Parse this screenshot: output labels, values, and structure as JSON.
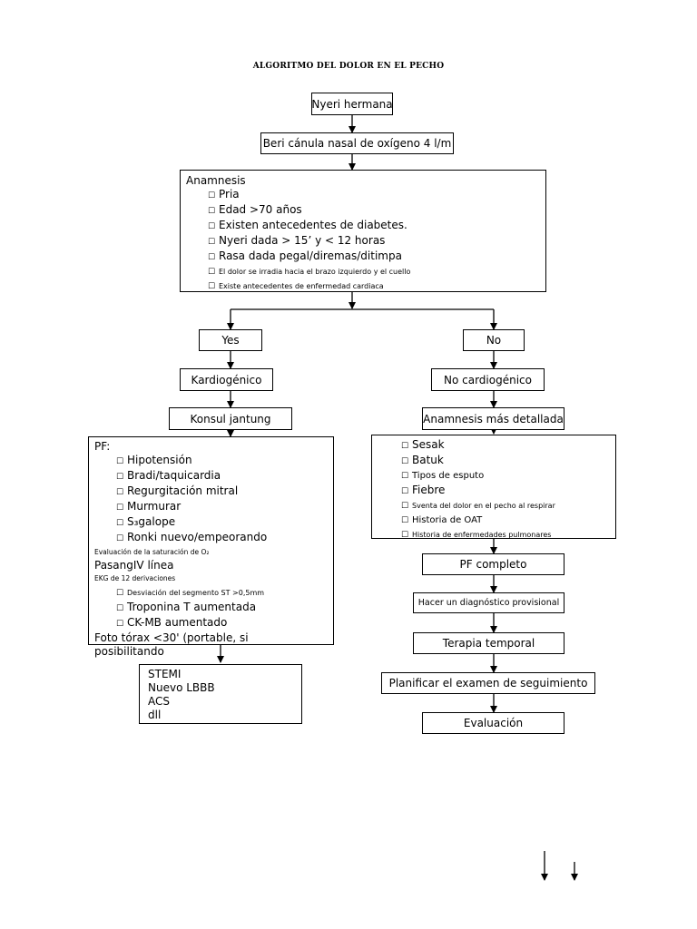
{
  "title": "ALGORITMO DEL DOLOR EN EL PECHO",
  "checkbox_glyph": "☐",
  "nodes": {
    "start": "Nyeri hermana",
    "oxygen": "Beri cánula nasal de oxígeno 4 l/m",
    "anamnesis": {
      "heading": "Anamnesis",
      "items": [
        "Pria",
        "Edad >70 años",
        "Existen antecedentes de diabetes.",
        "Nyeri dada > 15’ y < 12 horas",
        "Rasa dada pegal/diremas/ditimpa",
        "El dolor se irradia hacia el brazo izquierdo y el cuello",
        "Existe antecedentes de enfermedad cardiaca"
      ]
    },
    "yes": "Yes",
    "no": "No",
    "cardiogenic": "Kardiogénico",
    "non_cardiogenic": "No cardiogénico",
    "consult_heart": "Konsul jantung",
    "detailed_anamnesis": "Anamnesis más detallada",
    "pf_left": {
      "heading": "PF:",
      "items": [
        "Hipotensión",
        "Bradi/taquicardia",
        "Regurgitación mitral",
        "Murmurar",
        "S₃galope",
        "Ronki nuevo/empeorando"
      ],
      "saturation": "Evaluación de la saturación de O₂",
      "iv_line": "PasangIV línea",
      "ekg": "EKG de 12 derivaciones",
      "ekg_items": [
        "Desviación del segmento ST >0,5mm",
        "Troponina T aumentada",
        "CK-MB aumentado"
      ],
      "xray": "Foto tórax <30' (portable, si posibilitando"
    },
    "outcomes": [
      "STEMI",
      "Nuevo LBBB",
      "ACS",
      "dll"
    ],
    "right_list": [
      "Sesak",
      "Batuk",
      "Tipos de esputo",
      "Fiebre",
      "Sventa del dolor en el pecho al respirar",
      "Historia de OAT",
      "Historia de enfermedades pulmonares"
    ],
    "pf_complete": "PF completo",
    "provisional_dx": "Hacer un diagnóstico provisional",
    "temporary_therapy": "Terapia temporal",
    "followup": "Planificar el examen de seguimiento",
    "evaluation": "Evaluación"
  }
}
